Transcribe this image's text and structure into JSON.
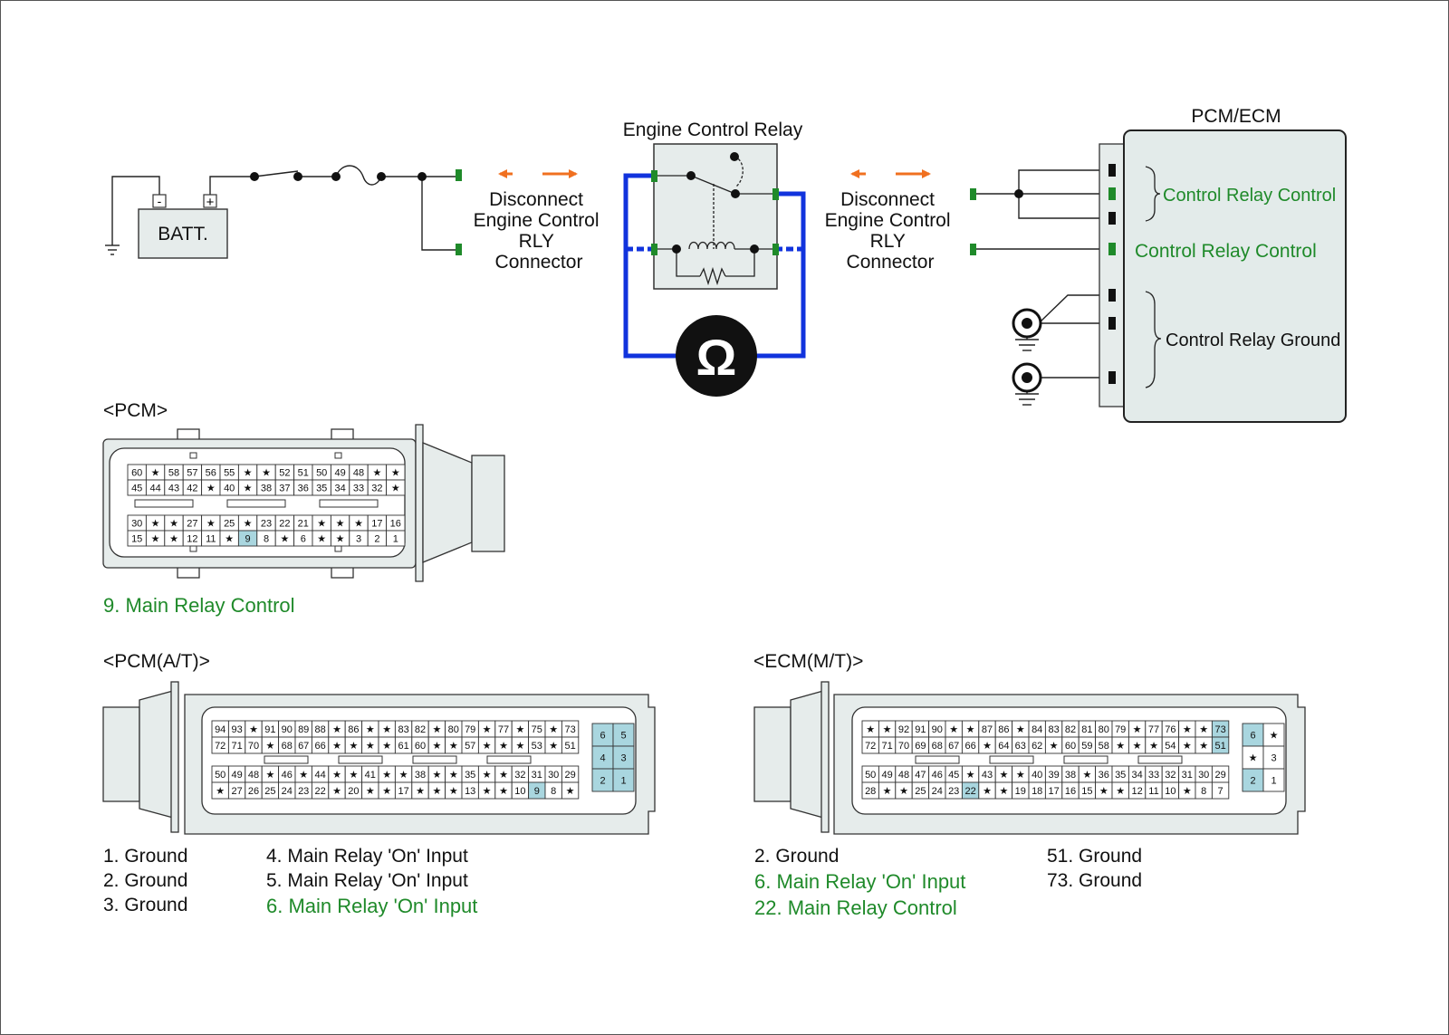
{
  "colors": {
    "accent_green": "#1f8a2a",
    "meter_blue": "#1133dd",
    "arrow_orange": "#f07020",
    "highlight_cell": "#a9d6df",
    "ecm_box": "#e3ebea",
    "connector_fill": "#e6eceb"
  },
  "circuit": {
    "battery_label": "BATT.",
    "battery_neg": "-",
    "battery_pos": "+",
    "relay_title": "Engine Control Relay",
    "disconnect_left": [
      "Disconnect",
      "Engine Control",
      "RLY",
      "Connector"
    ],
    "disconnect_right": [
      "Disconnect",
      "Engine Control",
      "RLY",
      "Connector"
    ],
    "meter_symbol": "Ω",
    "ecm_title": "PCM/ECM",
    "ecm_label_1": "Control Relay Control",
    "ecm_label_2": "Control Relay Control",
    "ecm_label_3": "Control Relay Ground"
  },
  "pcm": {
    "title": "<PCM>",
    "rows": [
      [
        "60",
        "★",
        "58",
        "57",
        "56",
        "55",
        "★",
        "★",
        "52",
        "51",
        "50",
        "49",
        "48",
        "★",
        "★"
      ],
      [
        "45",
        "44",
        "43",
        "42",
        "★",
        "40",
        "★",
        "38",
        "37",
        "36",
        "35",
        "34",
        "33",
        "32",
        "★"
      ],
      [
        "30",
        "★",
        "★",
        "27",
        "★",
        "25",
        "★",
        "23",
        "22",
        "21",
        "★",
        "★",
        "★",
        "17",
        "16"
      ],
      [
        "15",
        "★",
        "★",
        "12",
        "11",
        "★",
        "9",
        "8",
        "★",
        "6",
        "★",
        "★",
        "3",
        "2",
        "1"
      ]
    ],
    "highlight": [
      "9"
    ],
    "caption": "9. Main Relay Control"
  },
  "pcm_at": {
    "title": "<PCM(A/T)>",
    "rows": [
      [
        "94",
        "93",
        "★",
        "91",
        "90",
        "89",
        "88",
        "★",
        "86",
        "★",
        "★",
        "83",
        "82",
        "★",
        "80",
        "79",
        "★",
        "77",
        "★",
        "75",
        "★",
        "73"
      ],
      [
        "72",
        "71",
        "70",
        "★",
        "68",
        "67",
        "66",
        "★",
        "★",
        "★",
        "★",
        "61",
        "60",
        "★",
        "★",
        "57",
        "★",
        "★",
        "★",
        "53",
        "★",
        "51"
      ],
      [
        "50",
        "49",
        "48",
        "★",
        "46",
        "★",
        "44",
        "★",
        "★",
        "41",
        "★",
        "★",
        "38",
        "★",
        "★",
        "35",
        "★",
        "★",
        "32",
        "31",
        "30",
        "29"
      ],
      [
        "★",
        "27",
        "26",
        "25",
        "24",
        "23",
        "22",
        "★",
        "20",
        "★",
        "★",
        "17",
        "★",
        "★",
        "★",
        "13",
        "★",
        "★",
        "10",
        "9",
        "8",
        "★"
      ]
    ],
    "highlight": [
      "9"
    ],
    "side": [
      [
        "6",
        "5"
      ],
      [
        "4",
        "3"
      ],
      [
        "2",
        "1"
      ]
    ],
    "side_highlight": [
      "6",
      "5",
      "4",
      "3",
      "2",
      "1"
    ],
    "legend_left": [
      "1. Ground",
      "2. Ground",
      "3. Ground"
    ],
    "legend_right": [
      "4. Main Relay 'On' Input",
      "5. Main Relay 'On' Input",
      "6. Main Relay 'On' Input"
    ]
  },
  "ecm_mt": {
    "title": "<ECM(M/T)>",
    "rows": [
      [
        "★",
        "★",
        "92",
        "91",
        "90",
        "★",
        "★",
        "87",
        "86",
        "★",
        "84",
        "83",
        "82",
        "81",
        "80",
        "79",
        "★",
        "77",
        "76",
        "★",
        "★",
        "73"
      ],
      [
        "72",
        "71",
        "70",
        "69",
        "68",
        "67",
        "66",
        "★",
        "64",
        "63",
        "62",
        "★",
        "60",
        "59",
        "58",
        "★",
        "★",
        "★",
        "54",
        "★",
        "★",
        "51"
      ],
      [
        "50",
        "49",
        "48",
        "47",
        "46",
        "45",
        "★",
        "43",
        "★",
        "★",
        "40",
        "39",
        "38",
        "★",
        "36",
        "35",
        "34",
        "33",
        "32",
        "31",
        "30",
        "29"
      ],
      [
        "28",
        "★",
        "★",
        "25",
        "24",
        "23",
        "22",
        "★",
        "★",
        "19",
        "18",
        "17",
        "16",
        "15",
        "★",
        "★",
        "12",
        "11",
        "10",
        "★",
        "8",
        "7"
      ]
    ],
    "highlight": [
      "73",
      "51",
      "22"
    ],
    "side": [
      [
        "6",
        "★"
      ],
      [
        "★",
        "3"
      ],
      [
        "2",
        "1"
      ]
    ],
    "side_highlight": [
      "6",
      "2"
    ],
    "legend_left": [
      "2. Ground",
      "6. Main Relay 'On' Input",
      "22. Main Relay Control"
    ],
    "legend_right": [
      "51. Ground",
      "73. Ground"
    ]
  }
}
